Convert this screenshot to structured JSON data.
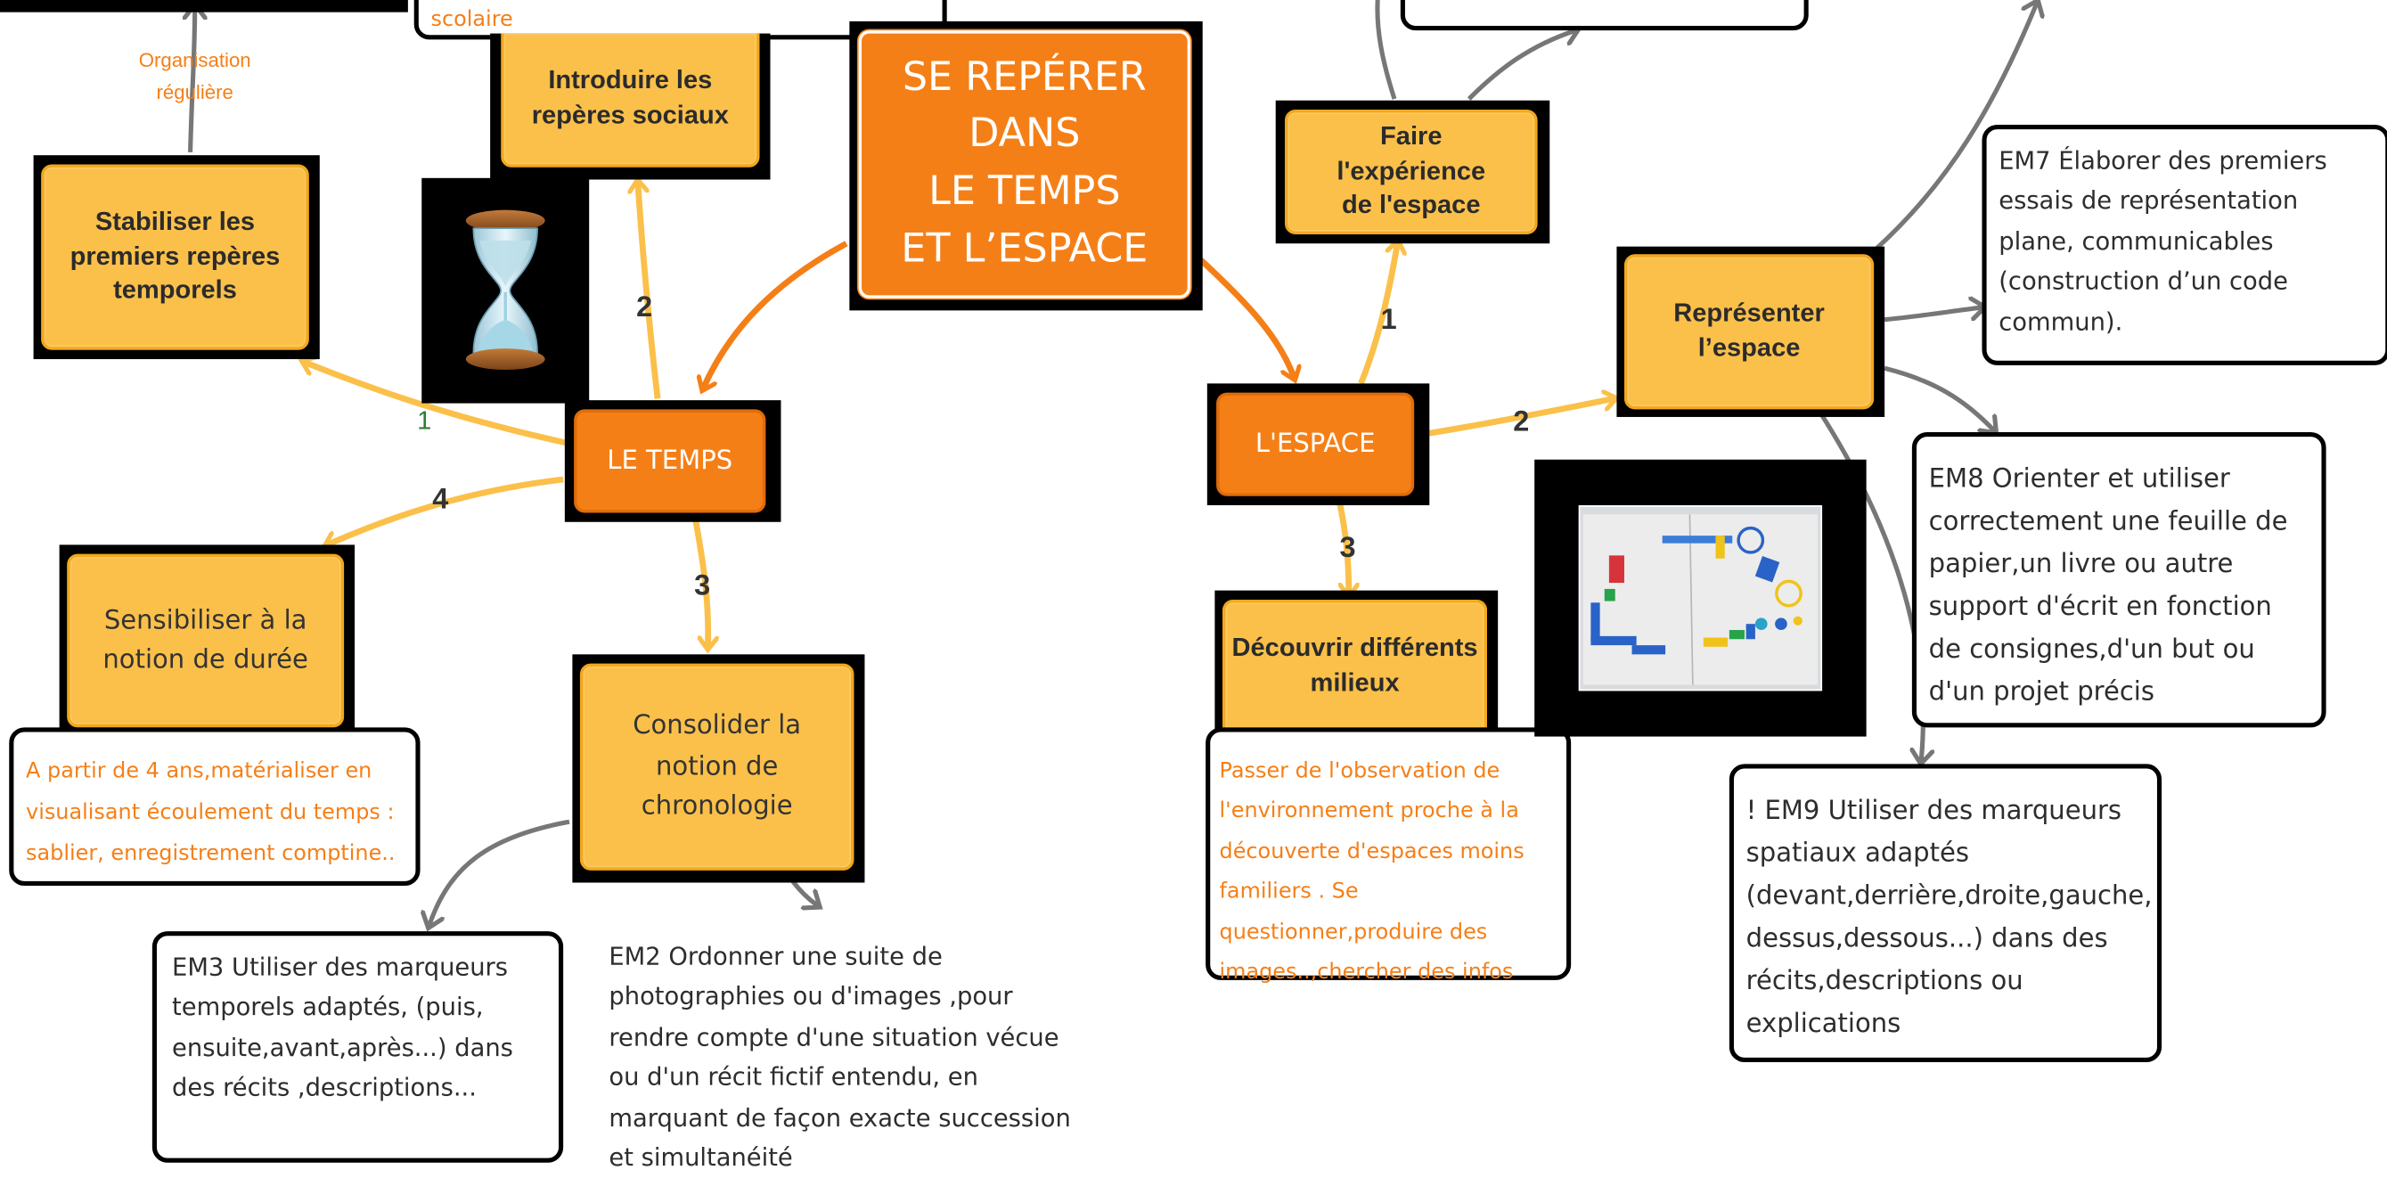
{
  "title": {
    "line1": "SE REPÉRER",
    "line2": "DANS",
    "line3": "LE TEMPS",
    "line4": "ET L’ESPACE"
  },
  "temps": {
    "label": "LE TEMPS",
    "introduire": "Introduire les repères sociaux",
    "stabiliser": "Stabiliser les premiers repères temporels",
    "sensibiliser": "Sensibiliser à la notion de durée",
    "consolider": "Consolider la notion de chronologie",
    "organisation": "Organisation régulière",
    "scolaire_fragment": "scolaire",
    "note_sablier": "A partir de 4 ans,matérialiser en visualisant écoulement du temps : sablier, enregistrement comptine..",
    "em3": "EM3 Utiliser des marqueurs temporels adaptés, (puis, ensuite,avant,après...) dans des récits ,descriptions...",
    "em2": "EM2 Ordonner une suite de photographies ou d'images ,pour rendre compte d'une situation vécue ou d'un récit fictif entendu, en marquant de façon exacte succession et simultanéité"
  },
  "espace": {
    "label": "L'ESPACE",
    "faire": "Faire l'expérience de l'espace",
    "representer": "Représenter l’espace",
    "decouvrir": "Découvrir différents milieux",
    "note_milieux": "Passer de l'observation de l'environnement proche à la découverte d'espaces moins familiers . Se questionner,produire des images..,chercher des infos",
    "em7": "EM7 Élaborer des premiers essais de représentation plane, communicables (construction d’un code commun).",
    "em8": "EM8 Orienter et utiliser correctement une feuille de papier,un livre ou autre support d'écrit en fonction de consignes,d'un but ou d'un projet précis",
    "em9": "! EM9 Utiliser des marqueurs spatiaux adaptés (devant,derrière,droite,gauche, dessus,dessous...) dans des récits,descriptions ou explications"
  },
  "numbers": {
    "t1": "1",
    "t2": "2",
    "t3": "3",
    "t4": "4",
    "e1": "1",
    "e2": "2",
    "e3": "3"
  },
  "icons": [
    "hourglass-icon",
    "classroom-photo"
  ],
  "colors": {
    "orange": "#f57f17",
    "yellow": "#fbc04a",
    "gray_arrow": "#777777",
    "black_frame": "#000000"
  }
}
